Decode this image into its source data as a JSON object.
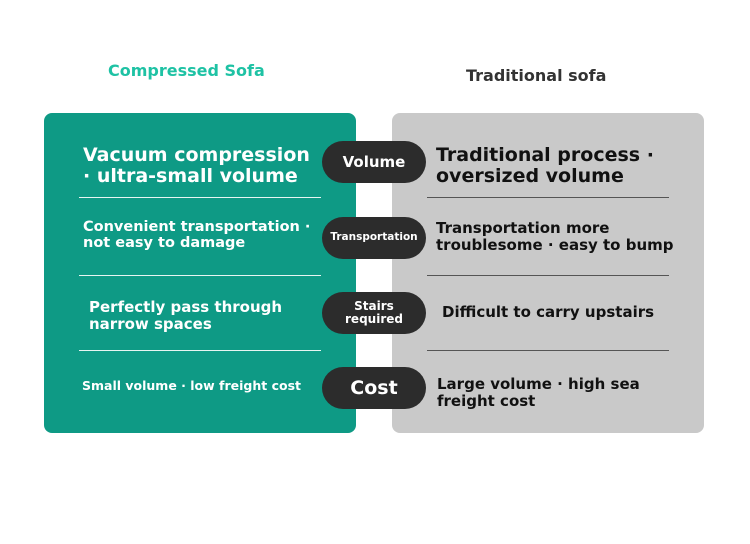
{
  "headings": {
    "left": "Compressed Sofa",
    "right": "Traditional sofa"
  },
  "rows": [
    {
      "label": "Volume",
      "left": "Vacuum compression\n· ultra-small volume",
      "right": "Traditional process ·\noversized volume"
    },
    {
      "label": "Transportation",
      "left": "Convenient transportation ·\nnot easy to damage",
      "right": "Transportation more\ntroublesome · easy to bump"
    },
    {
      "label": "Stairs\nrequired",
      "left": "Perfectly pass through\nnarrow spaces",
      "right": "Difficult to carry upstairs"
    },
    {
      "label": "Cost",
      "left": "Small volume · low freight cost",
      "right": "Large volume · high sea\nfreight cost"
    }
  ],
  "colors": {
    "accent": "#1ec2a4",
    "left_panel": "#0e9a85",
    "right_panel": "#c9c9c9",
    "pill": "#2c2c2c"
  }
}
